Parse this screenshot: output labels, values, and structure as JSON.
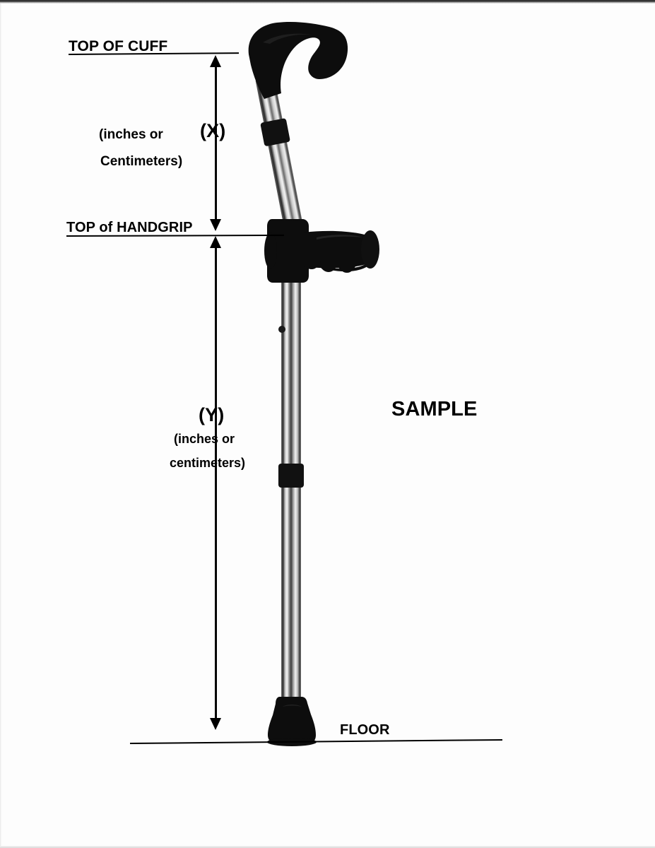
{
  "document": {
    "type": "measurement-diagram",
    "subject": "forearm crutch",
    "watermark": "SAMPLE"
  },
  "labels": {
    "top_of_cuff": "TOP OF CUFF",
    "top_of_handgrip": "TOP of HANDGRIP",
    "floor": "FLOOR",
    "sample": "SAMPLE"
  },
  "dimensions": {
    "x": {
      "symbol": "(X)",
      "unit_line_1": "(inches or",
      "unit_line_2": "Centimeters)",
      "from": "TOP OF CUFF",
      "to": "TOP of HANDGRIP"
    },
    "y": {
      "symbol": "(Y)",
      "unit_line_1": "(inches or",
      "unit_line_2": "centimeters)",
      "from": "TOP of HANDGRIP",
      "to": "FLOOR"
    }
  },
  "illustration": {
    "name": "forearm-crutch",
    "parts": [
      "arm-cuff",
      "upper-shaft",
      "upper-adjustment-collar",
      "handgrip",
      "handgrip-collar",
      "lower-shaft",
      "lower-adjustment-collar",
      "rubber-tip"
    ]
  },
  "colors": {
    "ink": "#000000",
    "paper": "#fdfdfd",
    "metal_light": "#f0f0f0",
    "metal_mid": "#9a9a9a",
    "metal_dark": "#4a4a4a"
  }
}
